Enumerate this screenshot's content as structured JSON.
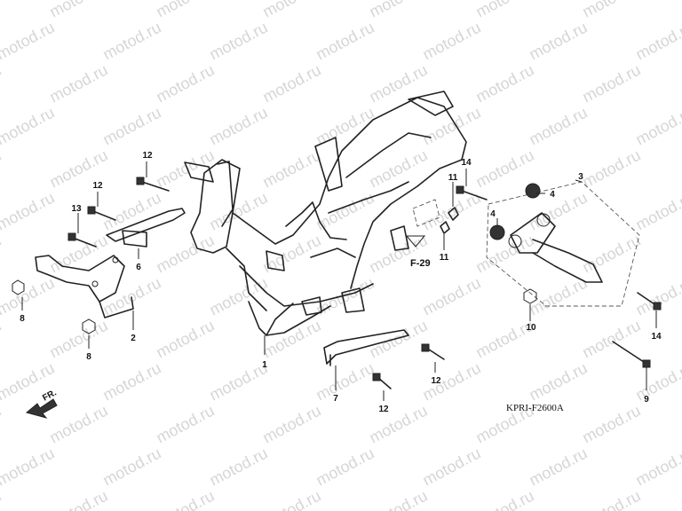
{
  "watermark": {
    "text": "motod.ru",
    "color": "#d6d6d6"
  },
  "diagram_code": "KPRI-F2600A",
  "reference": "F-29",
  "front_marker": "FR.",
  "callouts": [
    "1",
    "2",
    "3",
    "4",
    "4",
    "6",
    "7",
    "8",
    "8",
    "9",
    "10",
    "11",
    "11",
    "12",
    "12",
    "12",
    "12",
    "13",
    "14",
    "14"
  ]
}
